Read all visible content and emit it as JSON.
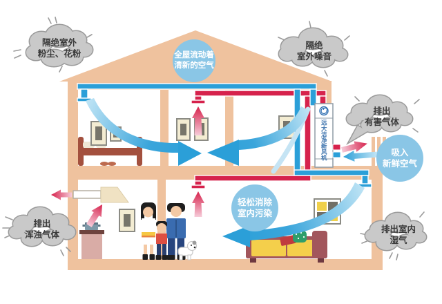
{
  "clouds": {
    "top_left": {
      "line1": "隔绝室外",
      "line2": "粉尘、花粉"
    },
    "top_right": {
      "line1": "隔绝",
      "line2": "室外噪音"
    },
    "harmful_gas": {
      "line1": "排出",
      "line2": "有害气体"
    },
    "turbid_gas": {
      "line1": "排出",
      "line2": "浑浊气体"
    },
    "moisture": {
      "line1": "排出室内",
      "line2": "湿气"
    }
  },
  "bubbles": {
    "whole_house": {
      "line1": "全屋流动着",
      "line2": "清新的空气"
    },
    "intake": {
      "line1": "吸入",
      "line2": "新鲜空气"
    },
    "pollution": {
      "line1": "轻松消除",
      "line2": "室内污染"
    }
  },
  "unit": {
    "name": "远大洁净新风机"
  },
  "icons": {
    "unit_logo": "broad-swirl-logo"
  },
  "colors": {
    "wall_tan": "#EFC29E",
    "supply_blue": "#2B9FD8",
    "exhaust_red": "#D6224C",
    "bubble_blue": "#8AC6E6",
    "cloud_gray": "#C9C9C9",
    "cloud_stroke_gray": "#9A9A9A",
    "arrow_pink_light": "#F6CBD9"
  }
}
